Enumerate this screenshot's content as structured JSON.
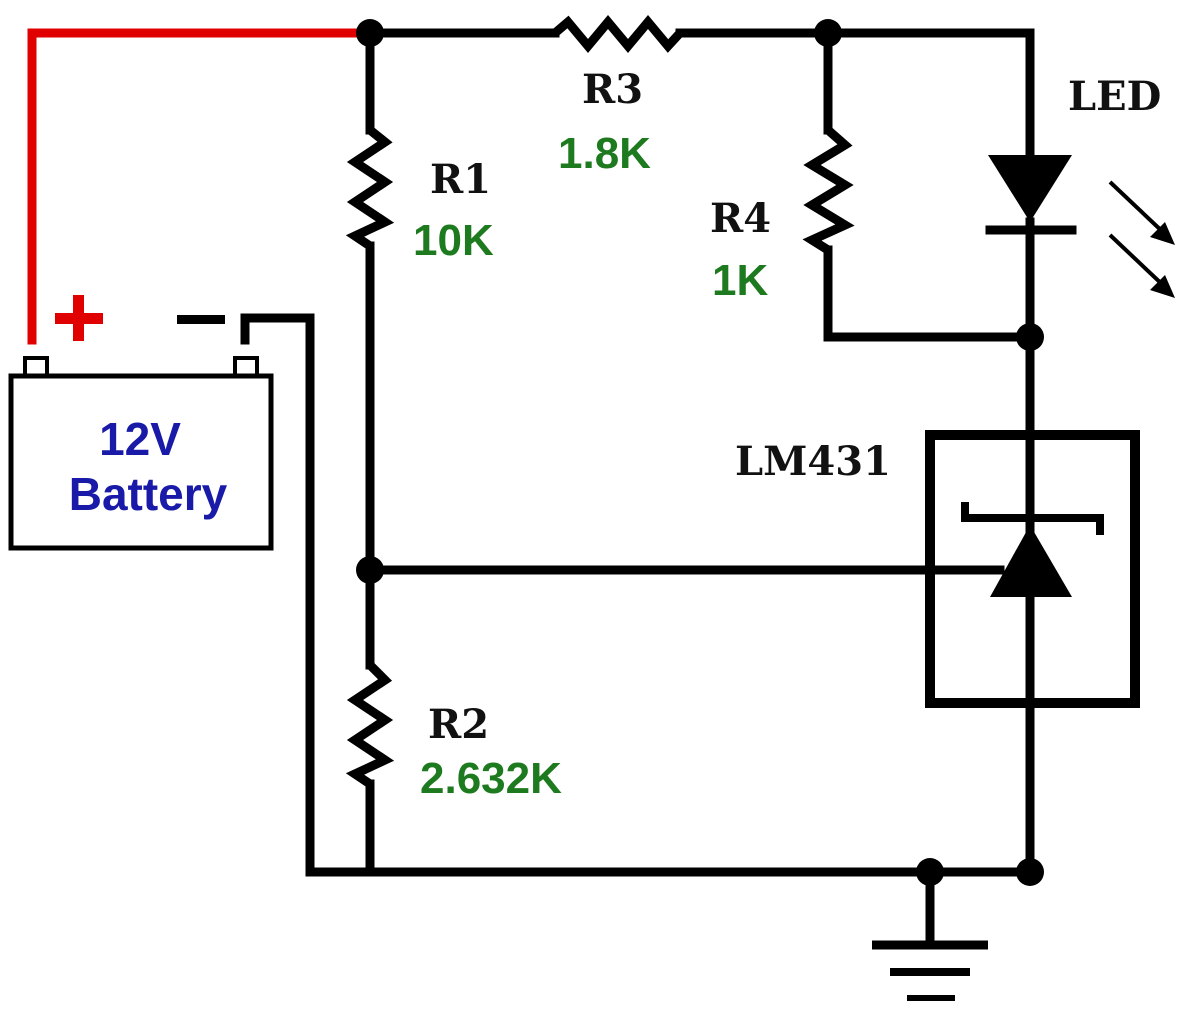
{
  "diagram": {
    "title": "LM431 Battery Voltage Indicator Circuit",
    "battery": {
      "label_line1": "12V",
      "label_line2": "Battery",
      "positive_symbol": "+",
      "negative_symbol": "−",
      "text_color": "#1a1aa8",
      "positive_wire_color": "#e00000"
    },
    "resistors": [
      {
        "ref": "R1",
        "value": "10K"
      },
      {
        "ref": "R2",
        "value": "2.632K"
      },
      {
        "ref": "R3",
        "value": "1.8K"
      },
      {
        "ref": "R4",
        "value": "1K"
      }
    ],
    "led": {
      "label": "LED"
    },
    "regulator": {
      "label": "LM431"
    },
    "value_color": "#1e7a1e",
    "wire_color": "#000000"
  }
}
